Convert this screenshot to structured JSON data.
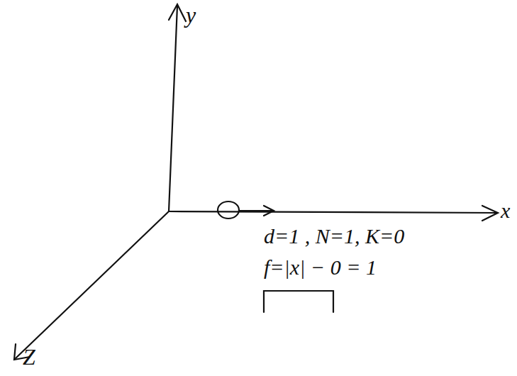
{
  "diagram": {
    "labels": [
      "y",
      "x",
      "Z",
      "d=1 , N=1, K=0",
      "f=|x| − 0 = 1"
    ]
  }
}
